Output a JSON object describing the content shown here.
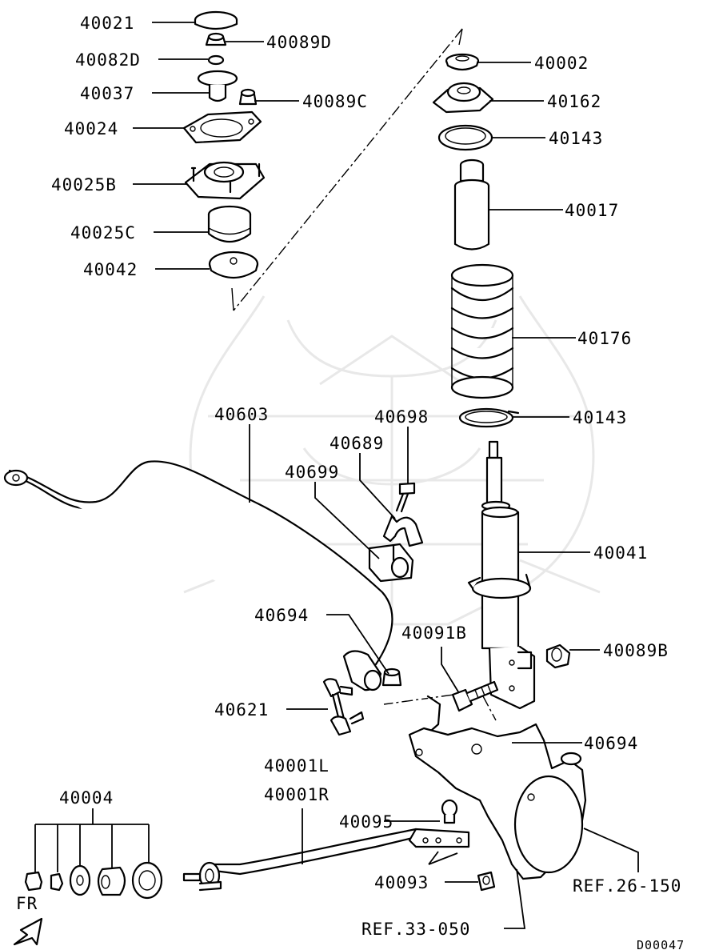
{
  "diagram_id": "D00047",
  "direction_label": "FR",
  "references": {
    "ref_knuckle": "REF.26-150",
    "ref_lower": "REF.33-050"
  },
  "callouts": {
    "c40021": "40021",
    "c40089D": "40089D",
    "c40082D": "40082D",
    "c40037": "40037",
    "c40089C": "40089C",
    "c40024": "40024",
    "c40025B": "40025B",
    "c40025C": "40025C",
    "c40042": "40042",
    "c40002": "40002",
    "c40162": "40162",
    "c40143a": "40143",
    "c40017": "40017",
    "c40176": "40176",
    "c40143b": "40143",
    "c40603": "40603",
    "c40698": "40698",
    "c40689": "40689",
    "c40699": "40699",
    "c40041": "40041",
    "c40694a": "40694",
    "c40091B": "40091B",
    "c40089B": "40089B",
    "c40621": "40621",
    "c40694b": "40694",
    "c40001L": "40001L",
    "c40001R": "40001R",
    "c40004": "40004",
    "c40095": "40095",
    "c40093": "40093"
  }
}
